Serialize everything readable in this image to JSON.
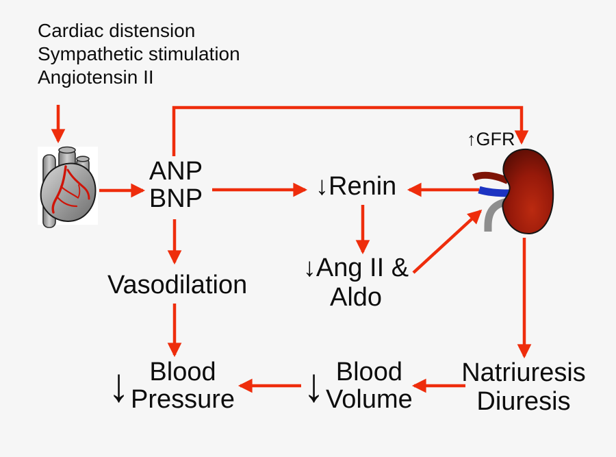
{
  "colors": {
    "background": "#f6f6f6",
    "arrow": "#ee2d0c",
    "text": "#0d0d0d"
  },
  "nodes": {
    "stimuli": {
      "lines": [
        "Cardiac distension",
        "Sympathetic stimulation",
        "Angiotensin II"
      ]
    },
    "anp_bnp": {
      "lines": [
        "ANP",
        "BNP"
      ]
    },
    "renin": {
      "label": "↓Renin"
    },
    "gfr": {
      "label": "↑GFR"
    },
    "ang_aldo": {
      "lines": [
        "↓Ang II &",
        "Aldo"
      ]
    },
    "vasodilation": {
      "label": "Vasodilation"
    },
    "blood_pressure": {
      "down_arrow": "↓",
      "lines": [
        "Blood",
        "Pressure"
      ]
    },
    "blood_volume": {
      "down_arrow": "↓",
      "lines": [
        "Blood",
        "Volume"
      ]
    },
    "natriuresis": {
      "lines": [
        "Natriuresis",
        "Diuresis"
      ]
    }
  },
  "icons": {
    "heart": "heart-icon",
    "kidney": "kidney-icon"
  }
}
